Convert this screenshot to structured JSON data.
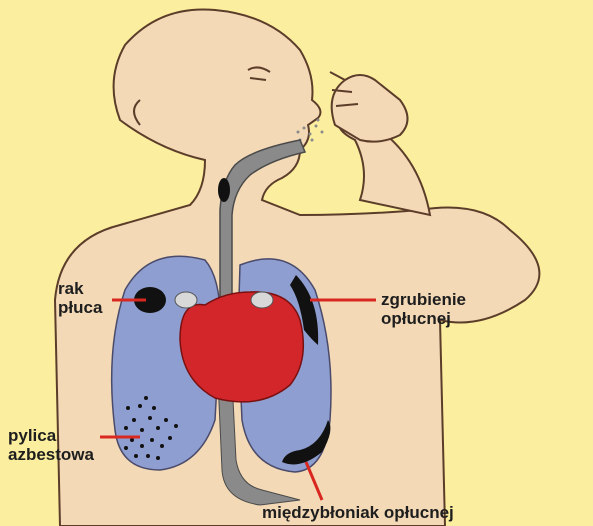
{
  "labels": {
    "lung_cancer": {
      "line1": "rak",
      "line2": "płuca"
    },
    "pleural_thickening": {
      "line1": "zgrubienie",
      "line2": "opłucnej"
    },
    "asbestosis": {
      "line1": "pylica",
      "line2": "azbestowa"
    },
    "mesothelioma": {
      "text": "międzybłoniak opłucnej"
    }
  },
  "colors": {
    "background": "#fbee9e",
    "skin": "#f3d9b6",
    "lung": "#8e9ed0",
    "heart": "#d3262b",
    "airway": "#8a8a8a",
    "leader_line": "#d8281f",
    "lesion": "#111111"
  }
}
